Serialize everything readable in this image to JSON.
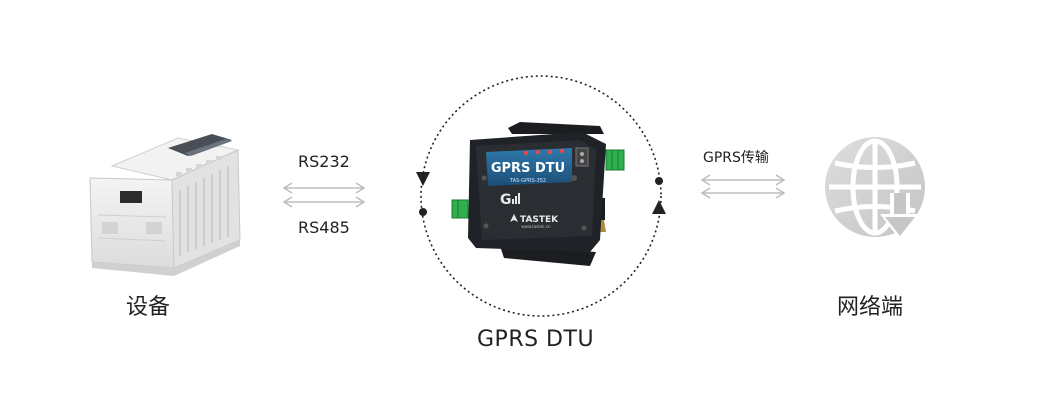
{
  "nodes": {
    "device": {
      "label": "设备"
    },
    "dtu": {
      "label": "GPRS DTU",
      "panel_title": "GPRS DTU",
      "panel_model": "TAS-GPRS-352",
      "panel_brand": "TASTEK",
      "panel_signal": "G",
      "panel_url": "www.tastek.cn"
    },
    "network": {
      "label": "网络端"
    }
  },
  "links": {
    "serial_top": "RS232",
    "serial_bottom": "RS485",
    "wireless": "GPRS传输"
  },
  "colors": {
    "arrow": "#bdbdbd",
    "circle": "#222222",
    "device_body": "#ebebeb",
    "dtu_body": "#1f2226",
    "dtu_panel": "#25618f",
    "terminal_green": "#2fae4c",
    "globe": "#d2d2d2"
  }
}
